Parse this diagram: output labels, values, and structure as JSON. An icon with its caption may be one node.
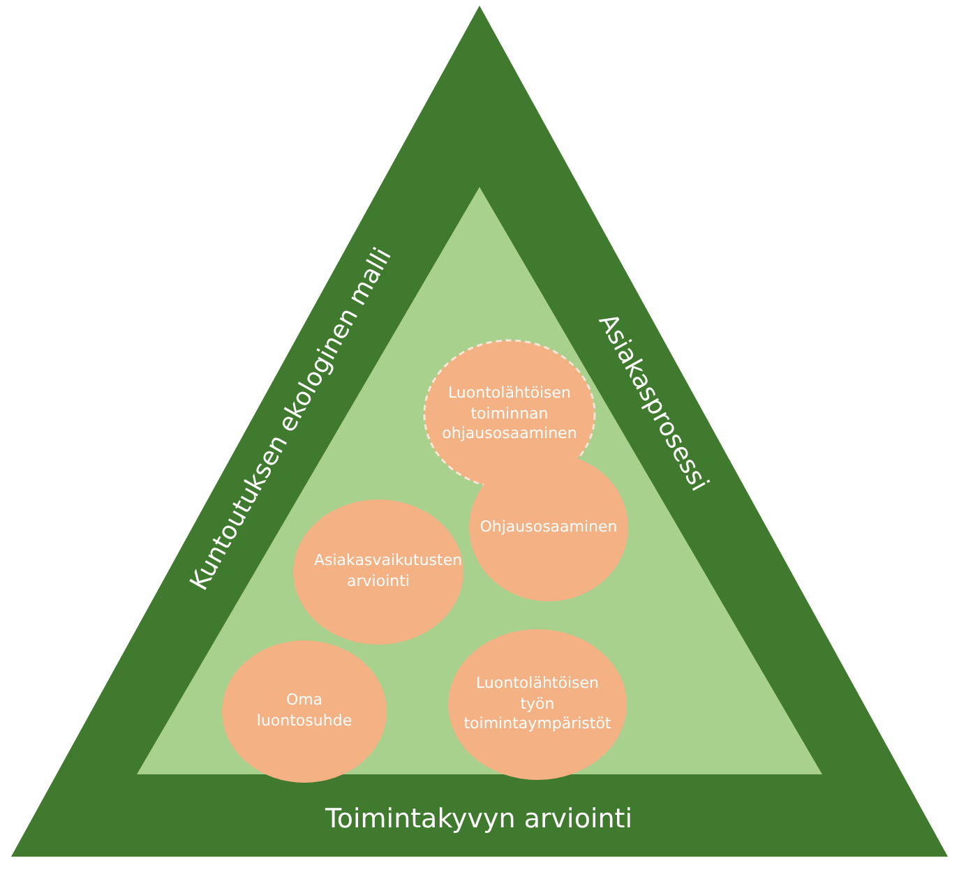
{
  "diagram": {
    "nodes": [
      {
        "text": [
          "Kuntoutuksen ekologinen malli",
          "Asiakasprosessi",
          "Toimintakyvyn arviointi"
        ]
      },
      {
        "text": [],
        "shape": "triangle",
        "in": 0
      },
      {
        "text": [
          "Luontolähtöisen toiminnan ohjausosaaminen"
        ],
        "in": 1
      },
      {
        "text": [
          "Ohjausosaaminen"
        ],
        "in": 1
      },
      {
        "text": [
          "Asiakasvaikutusten arviointi"
        ],
        "in": 1
      },
      {
        "text": [
          "Oma luontosuhde"
        ],
        "in": 1
      },
      {
        "text": [
          "Luontolähtöisen työn toimintaympäristöt"
        ],
        "in": 1
      }
    ]
  }
}
